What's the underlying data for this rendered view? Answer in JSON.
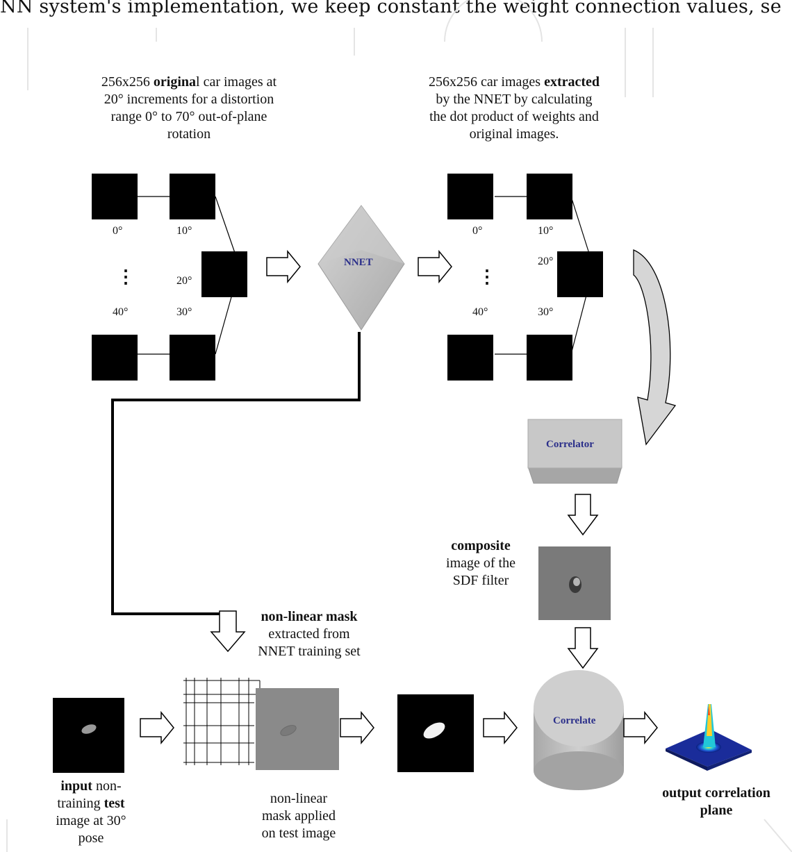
{
  "header_text": "NN system's implementation, we keep constant the weight connection values, se",
  "left_caption": {
    "line1": "256x256 ",
    "bold1": "origina",
    "line1b": "l car images at",
    "line2": "20° increments for a distortion",
    "line3": "range 0° to 70° out-of-plane",
    "line4": "rotation"
  },
  "right_caption": {
    "line1": "256x256 car images ",
    "bold1": "extracted",
    "line2": "by the NNET by calculating",
    "line3": "the dot product of weights and",
    "line4": "original images."
  },
  "angles_left": [
    "0°",
    "10°",
    "20°",
    "40°",
    "30°"
  ],
  "angles_right": [
    "0°",
    "10°",
    "20°",
    "40°",
    "30°"
  ],
  "dots": "⋮",
  "nnet_label": "NNET",
  "correlator_label": "Correlator",
  "correlate_label": "Correlate",
  "composite_caption": {
    "bold": "composite",
    "line2": "image of the",
    "line3": "SDF filter"
  },
  "mask_caption": {
    "bold": "non-linear mask",
    "line2": "extracted from",
    "line3": "NNET training set"
  },
  "input_caption": {
    "bold1": "input",
    "rest1": " non-",
    "line2a": "training ",
    "bold2": "test",
    "line3": "image at 30°",
    "line4": "pose"
  },
  "applied_caption": {
    "line1": "non-linear",
    "line2": "mask applied",
    "line3": "on test image"
  },
  "output_caption": {
    "line1": "output correlation",
    "line2": "plane"
  },
  "colors": {
    "nnet_fill": "#c4c4c4",
    "box_fill": "#c8c8c8",
    "label_blue": "#2b2f8a",
    "mask_gray": "#8a8a8a"
  }
}
